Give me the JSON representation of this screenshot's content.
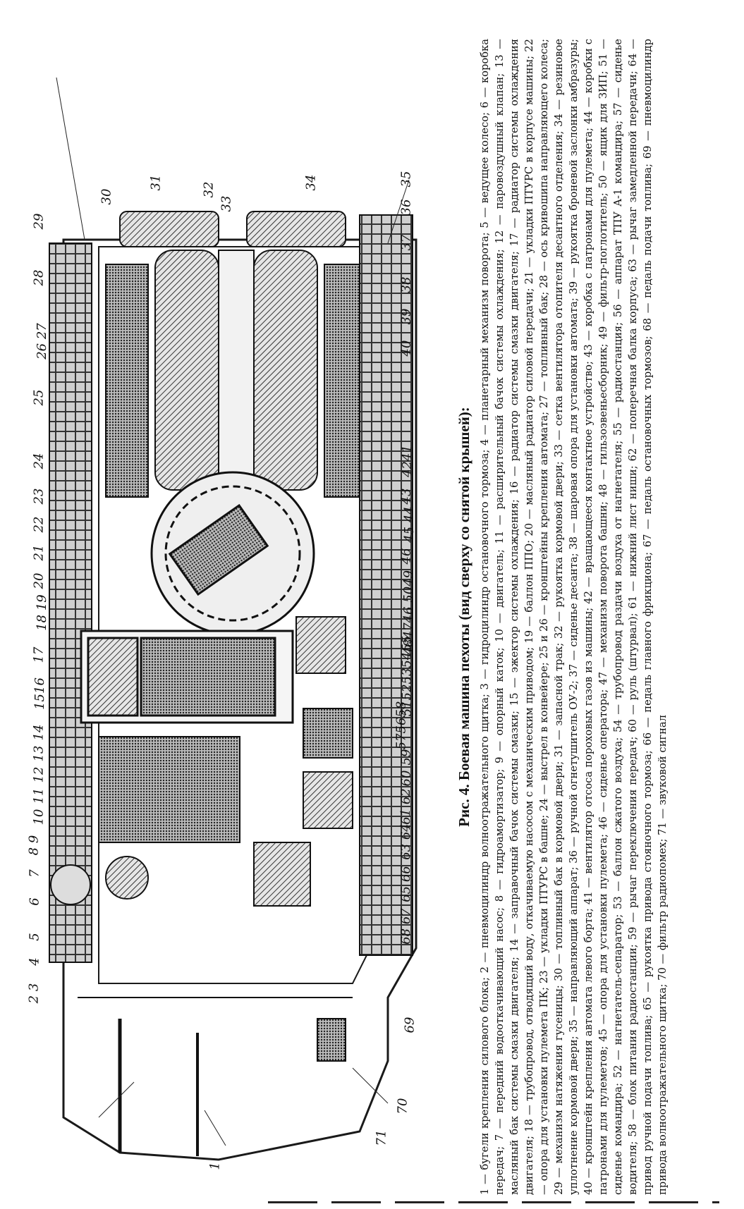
{
  "figure": {
    "title": "Рис. 4. Боевая машина пехоты (вид сверху со снятой крышей):",
    "legend_text": "1 — бугели крепления силового блока; 2 — пневмоцилиндр волноотражательного щитка; 3 — гидроцилиндр остановочного тормоза; 4 — планетарный механизм поворота; 5 — ведущее колесо; 6 — коробка передач; 7 — передний водооткачивающий насос; 8 — гидроамортизатор; 9 — опорный каток; 10 — двигатель; 11 — расширительный бачок системы охлаждения; 12 — паровоздушный клапан; 13 — масляный бак системы смазки двигателя; 14 — заправочный бачок системы смазки; 15 — эжектор системы охлаждения; 16 — радиатор системы смазки двигателя; 17 — радиатор системы охлаждения двигателя; 18 — трубопровод, отводящий воду, откачиваемую насосом с механическим приводом; 19 — баллон ППО; 20 — масляный радиатор силовой передачи; 21 — укладки ПТУРС в корпусе машины; 22 — опора для установки пулемета ПК; 23 — укладки ПТУРС в башне; 24 — выстрел в конвейере; 25 и 26 — кронштейны крепления автомата; 27 — топливный бак; 28 — ось кривошипа направляющего колеса; 29 — механизм натяжения гусеницы; 30 — топливный бак в кормовой двери; 31 — запасной трак; 32 — рукоятка кормовой двери; 33 — сетка вентилятора отопителя десантного отделения; 34 — резиновое уплотнение кормовой двери; 35 — направляющий аппарат; 36 — ручной огнетушитель ОУ-2; 37 — сиденье десанта; 38 — шаровая опора для установки автомата; 39 — рукоятка броневой заслонки амбразуры; 40 — кронштейн крепления автомата левого борта; 41 — вентилятор отсоса пороховых газов из машины; 42 — вращающееся контактное устройство; 43 — коробка с патронами для пулемета; 44 — коробки с патронами для пулеметов; 45 — опора для установки пулемета; 46 — сиденье оператора; 47 — механизм поворота башни; 48 — гильзоэвеньесборник; 49 — фильтр-поглотитель; 50 — ящик для ЗИП; 51 — сиденье командира; 52 — нагнетатель-сепаратор; 53 — баллон сжатого воздуха; 54 — трубопровод раздачи воздуха от нагнетателя; 55 — радиостанция; 56 — аппарат ТПУ А-1 командира; 57 — сиденье водителя; 58 — блок питания радиостанции; 59 — рычаг переключения передач; 60 — руль (штурвал); 61 — нижний лист ниши; 62 — поперечная балка корпуса; 63 — рычаг замедленной передачи; 64 — привод ручной подачи топлива; 65 — рукоятка привода стояночного тормоза; 66 — педаль главного фрикциона; 67 — педаль остановочных тормозов; 68 — педаль подачи топлива; 69 — пневмоцилиндр привода волноотражательного щитка; 70 — фильтр радиопомех; 71 — звуковой сигнал"
  },
  "callouts": {
    "c1": "1",
    "c2_3": "2 3",
    "c4": "4",
    "c5": "5",
    "c6": "6",
    "c7": "7",
    "c8_9": "8 9",
    "c10": "10",
    "c11": "11",
    "c12": "12",
    "c13": "13",
    "c14": "14",
    "c15_16": "1516",
    "c17": "17",
    "c18_19": "18 19",
    "c20": "20",
    "c21": "21",
    "c22": "22",
    "c23": "23",
    "c24": "24",
    "c25": "25",
    "c26_27": "26 27",
    "c28": "28",
    "c29": "29",
    "c30": "30",
    "c31": "31",
    "c32": "32",
    "c33": "33",
    "c34": "34",
    "c35": "35",
    "c36": "36",
    "c37": "37",
    "c38": "38",
    "c39": "39",
    "c40": "40",
    "c41_42": "4241",
    "c43": "43",
    "c44_45": "45 44",
    "c46": "46",
    "c47_50": "484746 5049",
    "c51_55": "5152535455",
    "c56_58": "575658",
    "c59": "59",
    "c60": "60",
    "c61_62": "61 62",
    "c63_64": "63 64",
    "c65_66": "65 66",
    "c67_68": "68 67",
    "c69": "69",
    "c70": "70",
    "c71": "71"
  }
}
